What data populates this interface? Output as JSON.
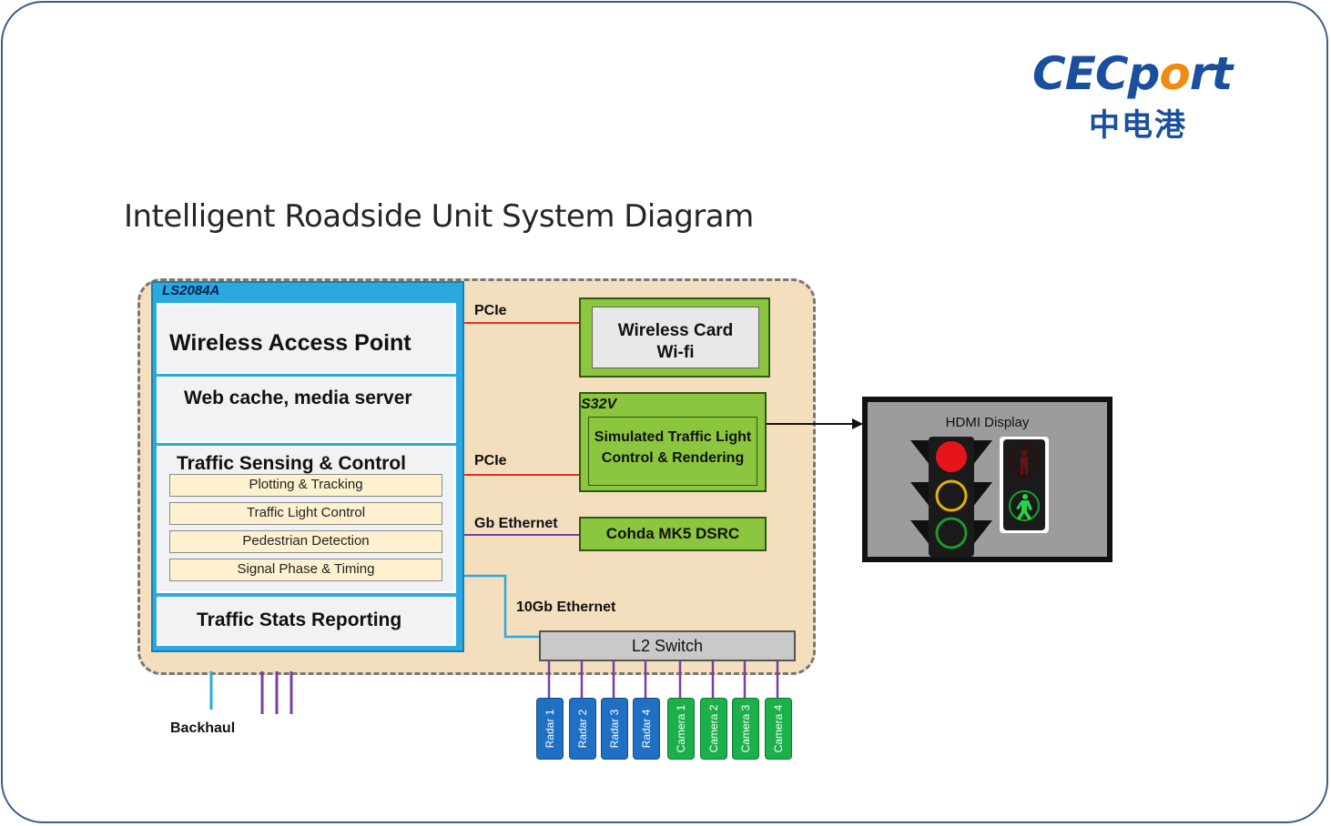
{
  "logo": {
    "en_prefix": "CEC",
    "en_o": "o",
    "en_p": "p",
    "en_suffix": "rt",
    "cn": "中电港"
  },
  "title": "Intelligent Roadside Unit System Diagram",
  "colors": {
    "frame": "#3b5e86",
    "ls_blue": "#2aa8e0",
    "board": "#f3dfbd",
    "green": "#8cc63f",
    "radar": "#1f6fc2",
    "camera": "#1bb04a",
    "pcie_line": "#e0302a",
    "eth_line": "#7b3fa0",
    "teneth_line": "#2aa8e0"
  },
  "ls2084a": {
    "label": "LS2084A",
    "wireless_access_point": "Wireless Access Point",
    "web_cache": "Web cache, media server",
    "traffic_sensing": {
      "title": "Traffic Sensing & Control",
      "items": [
        "Plotting & Tracking",
        "Traffic Light Control",
        "Pedestrian Detection",
        "Signal Phase & Timing"
      ]
    },
    "traffic_stats": "Traffic Stats Reporting"
  },
  "links": {
    "pcie_top": "PCIe",
    "pcie_mid": "PCIe",
    "gb_ethernet": "Gb Ethernet",
    "ten_gb_ethernet": "10Gb Ethernet"
  },
  "wireless_card": {
    "line1": "Wireless Card",
    "line2": "Wi-fi"
  },
  "s32v": {
    "label": "S32V",
    "line1": "Simulated Traffic Light",
    "line2": "Control & Rendering"
  },
  "cohda": "Cohda MK5 DSRC",
  "hdmi": {
    "label": "HDMI Display"
  },
  "l2_switch": "L2 Switch",
  "backhaul": "Backhaul",
  "ports": [
    {
      "label": "Radar 1",
      "kind": "radar"
    },
    {
      "label": "Radar 2",
      "kind": "radar"
    },
    {
      "label": "Radar 3",
      "kind": "radar"
    },
    {
      "label": "Radar 4",
      "kind": "radar"
    },
    {
      "label": "Camera 1",
      "kind": "camera"
    },
    {
      "label": "Camera 2",
      "kind": "camera"
    },
    {
      "label": "Camera 3",
      "kind": "camera"
    },
    {
      "label": "Camera 4",
      "kind": "camera"
    }
  ]
}
